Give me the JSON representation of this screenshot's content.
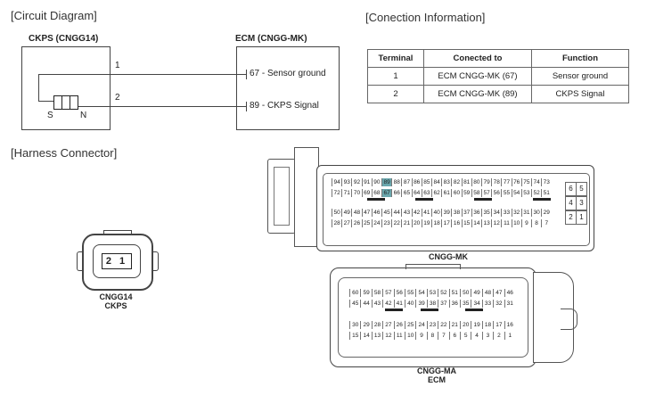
{
  "sections": {
    "circuit": "[Circuit Diagram]",
    "connection": "[Conection Information]",
    "harness": "[Harness Connector]"
  },
  "circuit": {
    "ckps_title": "CKPS (CNGG14)",
    "ecm_title": "ECM (CNGG-MK)",
    "wire1": "1",
    "wire2": "2",
    "s_label": "S",
    "n_label": "N",
    "ecm_pin1": "67 - Sensor ground",
    "ecm_pin2": "89 - CKPS Signal"
  },
  "table": {
    "headers": [
      "Terminal",
      "Conected to",
      "Function"
    ],
    "rows": [
      [
        "1",
        "ECM CNGG-MK (67)",
        "Sensor ground"
      ],
      [
        "2",
        "ECM CNGG-MK (89)",
        "CKPS Signal"
      ]
    ]
  },
  "harness": {
    "cngg14_pins": "2 1",
    "cngg14_caption_1": "CNGG14",
    "cngg14_caption_2": "CKPS",
    "mk_caption": "CNGG-MK",
    "ma_caption_1": "CNGG-MA",
    "ma_caption_2": "ECM",
    "mk_rows": [
      [
        "94",
        "93",
        "92",
        "91",
        "90",
        "89",
        "88",
        "87",
        "86",
        "85",
        "84",
        "83",
        "82",
        "81",
        "80",
        "79",
        "78",
        "77",
        "76",
        "75",
        "74",
        "73"
      ],
      [
        "72",
        "71",
        "70",
        "69",
        "68",
        "67",
        "66",
        "65",
        "64",
        "63",
        "62",
        "61",
        "60",
        "59",
        "58",
        "57",
        "56",
        "55",
        "54",
        "53",
        "52",
        "51"
      ],
      [
        "50",
        "49",
        "48",
        "47",
        "46",
        "45",
        "44",
        "43",
        "42",
        "41",
        "40",
        "39",
        "38",
        "37",
        "36",
        "35",
        "34",
        "33",
        "32",
        "31",
        "30",
        "29"
      ],
      [
        "28",
        "27",
        "26",
        "25",
        "24",
        "23",
        "22",
        "21",
        "20",
        "19",
        "18",
        "17",
        "16",
        "15",
        "14",
        "13",
        "12",
        "11",
        "10",
        "9",
        "8",
        "7"
      ]
    ],
    "mk_side": [
      [
        "6",
        "5"
      ],
      [
        "4",
        "3"
      ],
      [
        "2",
        "1"
      ]
    ],
    "mk_highlight": [
      "89",
      "67"
    ],
    "ma_rows": [
      [
        "60",
        "59",
        "58",
        "57",
        "56",
        "55",
        "54",
        "53",
        "52",
        "51",
        "50",
        "49",
        "48",
        "47",
        "46"
      ],
      [
        "45",
        "44",
        "43",
        "42",
        "41",
        "40",
        "39",
        "38",
        "37",
        "36",
        "35",
        "34",
        "33",
        "32",
        "31"
      ],
      [
        "30",
        "29",
        "28",
        "27",
        "26",
        "25",
        "24",
        "23",
        "22",
        "21",
        "20",
        "19",
        "18",
        "17",
        "16"
      ],
      [
        "15",
        "14",
        "13",
        "12",
        "11",
        "10",
        "9",
        "8",
        "7",
        "6",
        "5",
        "4",
        "3",
        "2",
        "1"
      ]
    ]
  }
}
